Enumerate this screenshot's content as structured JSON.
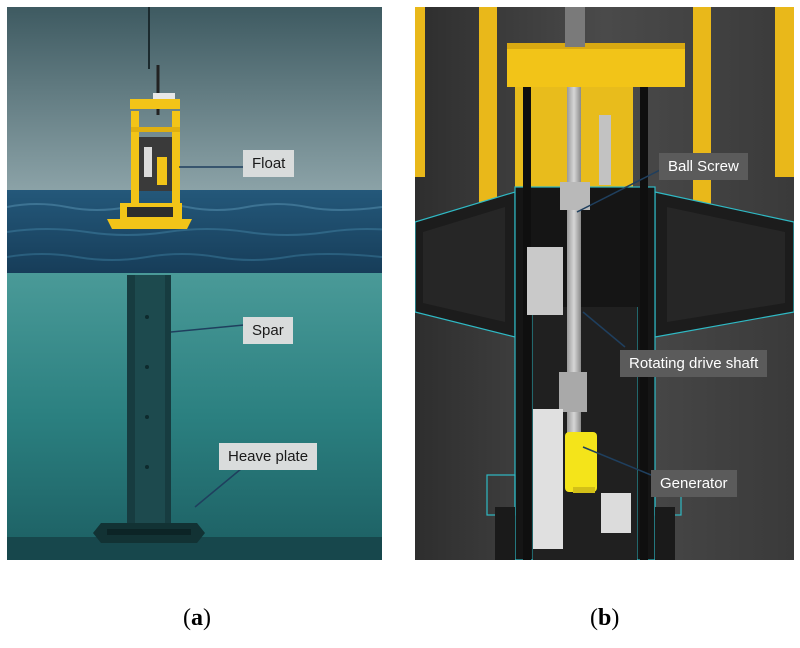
{
  "panel_a": {
    "labels": {
      "float": "Float",
      "spar": "Spar",
      "heave_plate": "Heave plate"
    },
    "caption_open": "(",
    "caption_letter": "a",
    "caption_close": ")"
  },
  "panel_b": {
    "labels": {
      "ball_screw": "Ball Screw",
      "rotating_drive_shaft": "Rotating drive shaft",
      "generator": "Generator"
    },
    "caption_open": "(",
    "caption_letter": "b",
    "caption_close": ")"
  },
  "colors": {
    "buoy_yellow": "#f2c418",
    "sky": "#4f6e74",
    "sea_surface": "#1e4e6c",
    "underwater": "#2a7f80",
    "cutaway_gray": "#3d3d3d",
    "generator_yellow": "#f4e41a",
    "outline_cyan": "#2fb9c4",
    "leader_line": "#1f3f5e"
  }
}
